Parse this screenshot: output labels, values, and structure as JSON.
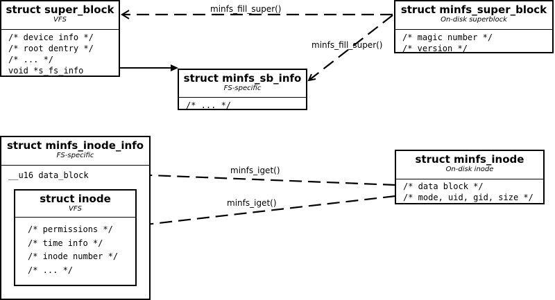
{
  "super_block": {
    "title": "struct super_block",
    "subtitle": "VFS",
    "fields": [
      "/* device info */",
      "/* root dentry */",
      "/* ... */",
      "void *s_fs_info"
    ]
  },
  "minfs_super_block": {
    "title": "struct minfs_super_block",
    "subtitle": "On-disk superblock",
    "fields": [
      "/* magic number */",
      "/* version */"
    ]
  },
  "minfs_sb_info": {
    "title": "struct minfs_sb_info",
    "subtitle": "FS-specific",
    "fields": [
      "/* ... */"
    ]
  },
  "minfs_inode_info": {
    "title": "struct minfs_inode_info",
    "subtitle": "FS-specific",
    "fields": [
      "__u16 data_block"
    ]
  },
  "inode": {
    "title": "struct inode",
    "subtitle": "VFS",
    "fields": [
      "/* permissions */",
      "/* time info */",
      "/* inode number */",
      "/* ... */"
    ]
  },
  "minfs_inode": {
    "title": "struct minfs_inode",
    "subtitle": "On-disk inode",
    "fields": [
      "/* data block */",
      "/* mode, uid, gid, size */"
    ]
  },
  "arrow_labels": {
    "fill_super_top": "minfs_fill_super()",
    "fill_super_diag": "minfs_fill_super()",
    "iget_top": "minfs_iget()",
    "iget_bottom": "minfs_iget()"
  }
}
